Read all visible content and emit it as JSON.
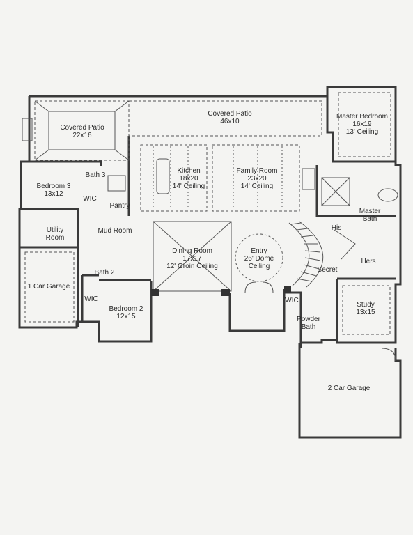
{
  "colors": {
    "wall": "#3a3a3a",
    "line": "#666666",
    "text": "#2a2a2a",
    "background": "#f4f4f2"
  },
  "rooms": {
    "covered_patio_left": {
      "name": "Covered Patio",
      "size": "22x16"
    },
    "covered_patio_main": {
      "name": "Covered Patio",
      "size": "46x10"
    },
    "master_bedroom": {
      "name": "Master Bedroom",
      "size": "16x19",
      "ceiling": "13' Ceiling"
    },
    "bedroom_3": {
      "name": "Bedroom 3",
      "size": "13x12"
    },
    "bath_3": {
      "name": "Bath 3"
    },
    "kitchen": {
      "name": "Kitchen",
      "size": "18x20",
      "ceiling": "14' Ceiling"
    },
    "family_room": {
      "name": "Family Room",
      "size": "23x20",
      "ceiling": "14' Ceiling"
    },
    "wic_bed3": {
      "name": "WIC"
    },
    "pantry": {
      "name": "Pantry"
    },
    "master_bath": {
      "name": "Master",
      "name2": "Bath"
    },
    "utility_room": {
      "name": "Utility",
      "name2": "Room"
    },
    "mud_room": {
      "name": "Mud Room"
    },
    "his": {
      "name": "His"
    },
    "dining_room": {
      "name": "Dining Room",
      "size": "17x17",
      "ceiling": "12' Groin Ceiling"
    },
    "entry": {
      "name": "Entry",
      "ceiling1": "26' Dome",
      "ceiling2": "Ceiling"
    },
    "hers": {
      "name": "Hers"
    },
    "secret": {
      "name": "Secret"
    },
    "bath_2": {
      "name": "Bath 2"
    },
    "one_car_garage": {
      "name": "1 Car Garage"
    },
    "wic_bed2": {
      "name": "WIC"
    },
    "bedroom_2": {
      "name": "Bedroom 2",
      "size": "12x15"
    },
    "wic_entry": {
      "name": "WIC"
    },
    "study": {
      "name": "Study",
      "size": "13x15"
    },
    "powder_bath": {
      "name": "Powder",
      "name2": "Bath"
    },
    "two_car_garage": {
      "name": "2 Car Garage"
    }
  }
}
